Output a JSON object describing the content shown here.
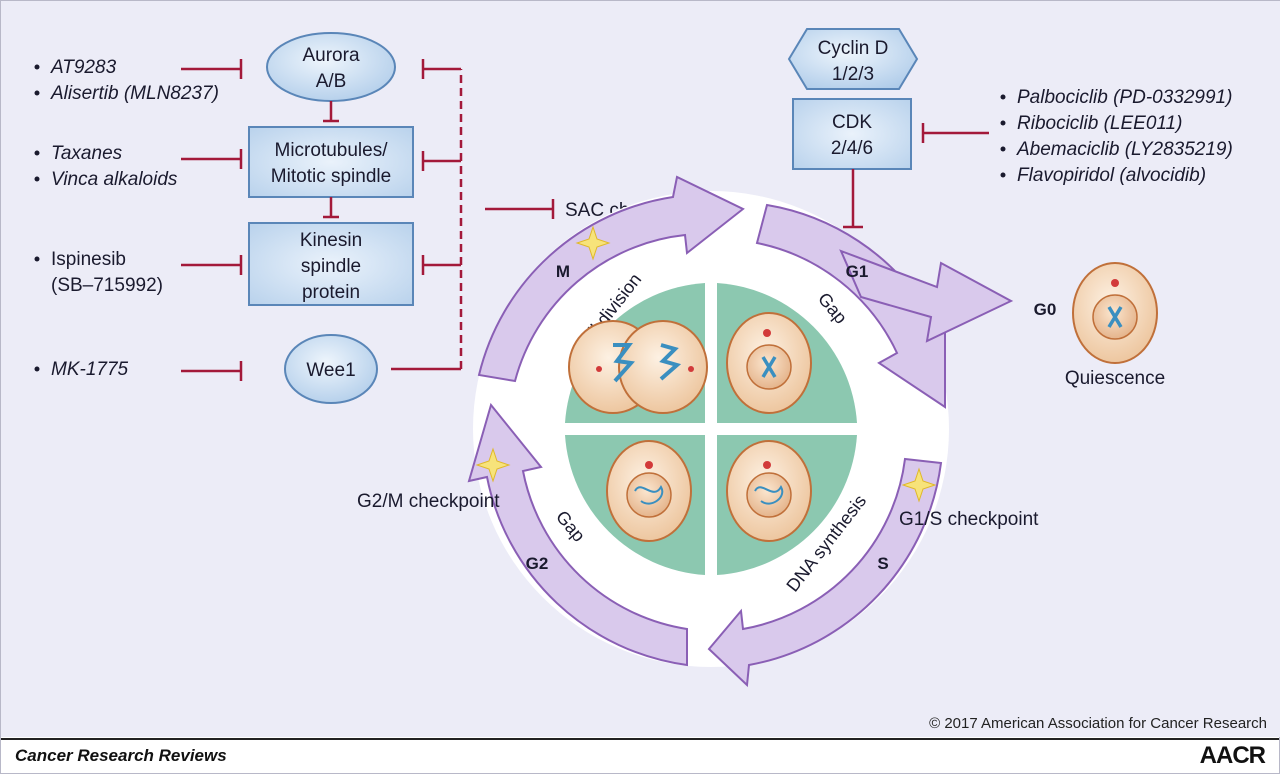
{
  "colors": {
    "background": "#ececf7",
    "inhibitor": "#a3193a",
    "box_fill": "#c8ddf0",
    "box_stroke": "#5a86b8",
    "arrow_fill": "#d9c9ec",
    "arrow_stroke": "#8a5fb5",
    "quadrant": "#8cc8b0",
    "cell_fill": "#f6dcc2",
    "cell_stroke": "#c0703a",
    "chromosome": "#3a8fc0"
  },
  "left_drugs": {
    "aurora": [
      "AT9283",
      "Alisertib (MLN8237)"
    ],
    "microtubules": [
      "Taxanes",
      "Vinca alkaloids"
    ],
    "kinesin": [
      "Ispinesib",
      "(SB–715992)"
    ],
    "wee1": [
      "MK-1775"
    ]
  },
  "right_drugs": [
    "Palbociclib (PD-0332991)",
    "Ribociclib (LEE011)",
    "Abemaciclib (LY2835219)",
    "Flavopiridol (alvocidib)"
  ],
  "nodes": {
    "aurora": [
      "Aurora",
      "A/B"
    ],
    "microtubules": [
      "Microtubules/",
      "Mitotic spindle"
    ],
    "kinesin": [
      "Kinesin",
      "spindle",
      "protein"
    ],
    "wee1": [
      "Wee1"
    ],
    "cyclin": [
      "Cyclin D",
      "1/2/3"
    ],
    "cdk": [
      "CDK",
      "2/4/6"
    ]
  },
  "phases": {
    "m": "M",
    "g1": "G1",
    "g0": "G0",
    "s": "S",
    "g2": "G2"
  },
  "ring_labels": {
    "cell_division": "Cell division",
    "gap_top": "Gap",
    "dna_synthesis": "DNA synthesis",
    "gap_bottom": "Gap"
  },
  "checkpoints": {
    "sac": "SAC checkpoint",
    "g2m": "G2/M checkpoint",
    "g1s": "G1/S checkpoint"
  },
  "quiescence": "Quiescence",
  "copyright": "© 2017 American Association for Cancer Research",
  "footer_title": "Cancer Research Reviews",
  "logo": "AACR"
}
